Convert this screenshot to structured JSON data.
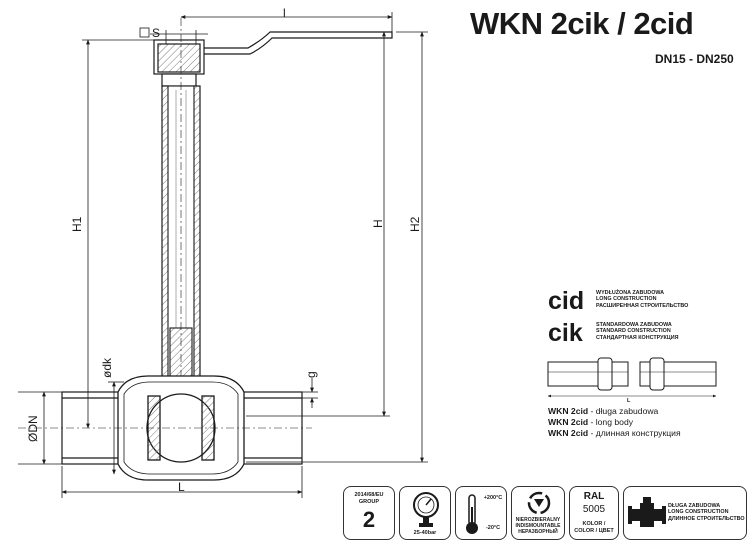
{
  "header": {
    "title": "WKN 2cik / 2cid",
    "subtitle": "DN15 - DN250"
  },
  "dimensions": {
    "l": "l",
    "s": "S",
    "H1": "H1",
    "H": "H",
    "H2": "H2",
    "dk": "ødk",
    "g": "g",
    "DN": "ØDN",
    "L": "L"
  },
  "construction": {
    "cid": {
      "code": "cid",
      "lines": [
        "WYDŁUŻONA ZABUDOWA",
        "LONG CONSTRUCTION",
        "РАСШИРЕННАЯ СТРОИТЕЛЬСТВО"
      ]
    },
    "cik": {
      "code": "cik",
      "lines": [
        "STANDARDOWA ZABUDOWA",
        "STANDARD CONSTRUCTION",
        "СТАНДАРТНАЯ КОНСТРУКЦИЯ"
      ]
    },
    "length_label": "L"
  },
  "descriptions": [
    {
      "code": "WKN 2cid",
      "text": " - długa zabudowa"
    },
    {
      "code": "WKN 2cid",
      "text": " - long body"
    },
    {
      "code": "WKN 2cid",
      "text": " - длинная конструкция"
    }
  ],
  "badges": {
    "directive": {
      "line1": "2014/68/EU",
      "line2": "GROUP",
      "value": "2"
    },
    "pressure": {
      "icon": "pressure-gauge-icon",
      "label": "25-40bar"
    },
    "temperature": {
      "icon": "thermometer-icon",
      "max": "+200°C",
      "min": "-20°C"
    },
    "indismountable": {
      "icon": "no-dismount-icon",
      "lines": [
        "NIEROZBIERALNY",
        "INDISMOUNTABLE",
        "НЕРАЗБОРНЫЙ"
      ]
    },
    "color": {
      "title": "RAL",
      "value": "5005",
      "lines": [
        "KOLOR /",
        "COLOR / ЦВЕТ"
      ]
    },
    "body": {
      "icon": "valve-body-icon",
      "lines": [
        "DŁUGA ZABUDOWA",
        "LONG CONSTRUCTION",
        "ДЛИННОЕ СТРОИТЕЛЬСТВО"
      ]
    }
  },
  "colors": {
    "ink": "#1a1a1a",
    "pipe_fill": "#e6e6e6",
    "hatch": "#8a8a8a"
  }
}
